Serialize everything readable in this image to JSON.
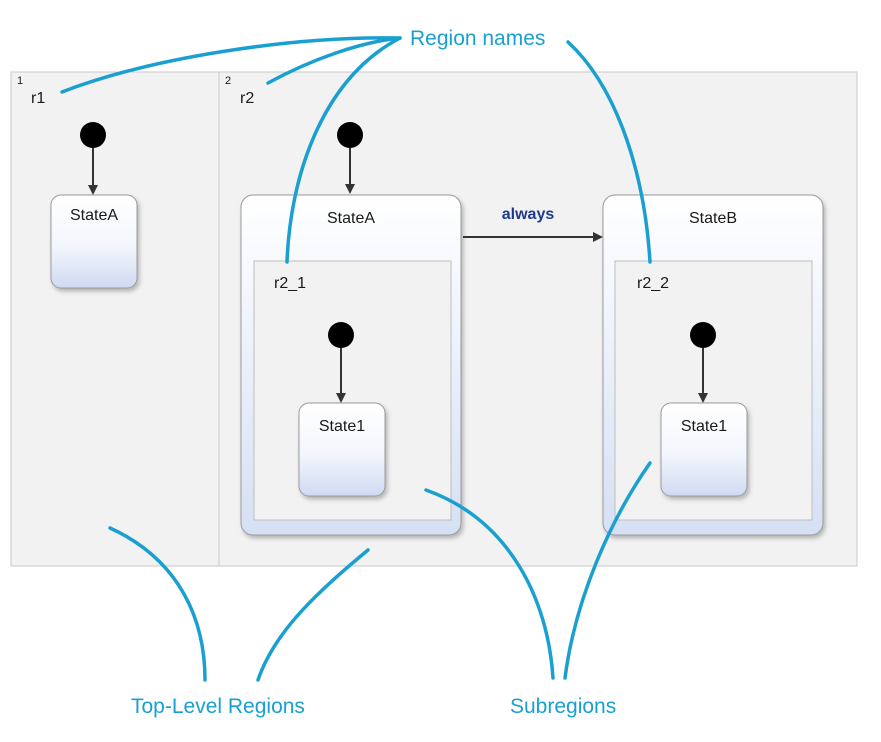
{
  "regions": [
    {
      "number": "1",
      "name": "r1",
      "state": "StateA"
    },
    {
      "number": "2",
      "name": "r2",
      "states": [
        "StateA",
        "StateB"
      ]
    }
  ],
  "subregions": [
    {
      "name": "r2_1",
      "parent_state": "StateA",
      "state": "State1"
    },
    {
      "name": "r2_2",
      "parent_state": "StateB",
      "state": "State1"
    }
  ],
  "transition": {
    "label": "always",
    "from": "StateA",
    "to": "StateB"
  },
  "callouts": {
    "region_names": "Region names",
    "top_level_regions": "Top-Level Regions",
    "subregions": "Subregions"
  },
  "colors": {
    "callout": "#1aa0d0",
    "transition_label": "#1f3a8a",
    "region_fill": "#f2f2f2",
    "state_gradient_top": "#ffffff",
    "state_gradient_bottom": "#d4def4"
  }
}
